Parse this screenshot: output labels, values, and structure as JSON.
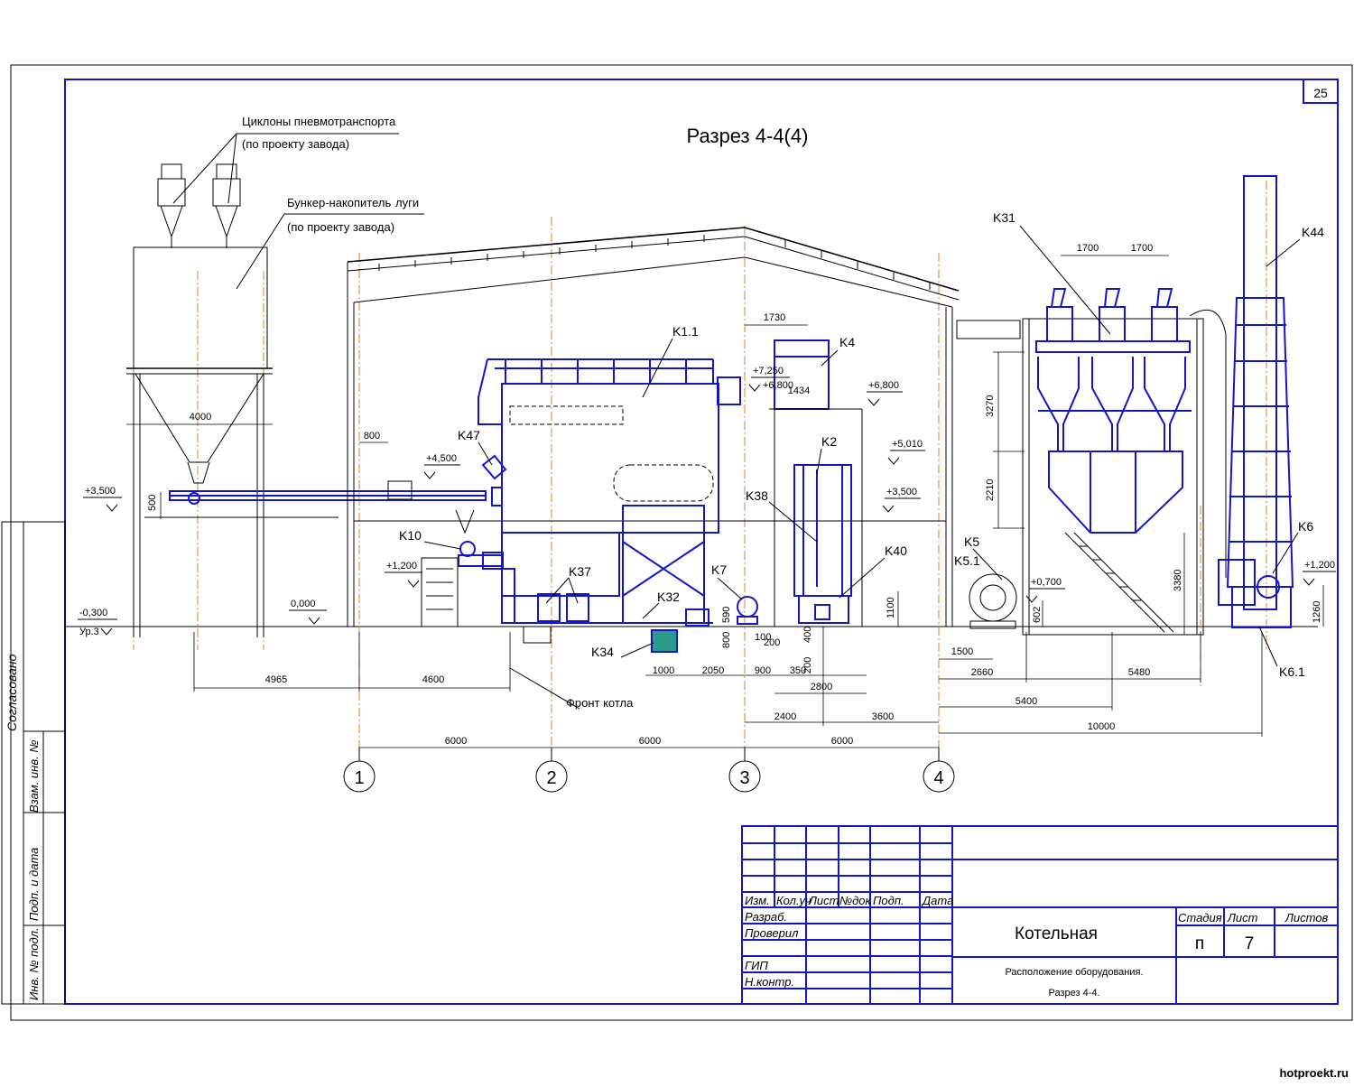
{
  "sheet": {
    "number": "25",
    "title": "Разрез 4-4(4)",
    "watermark": "hotproekt.ru"
  },
  "leaders": {
    "cyclones_line1": "Циклоны пневмотранспорта",
    "cyclones_line2": "(по проекту завода)",
    "bunker_line1": "Бункер-накопитель",
    "bunker_line1_tail": "луги",
    "bunker_line2": "(по проекту завода)",
    "boiler_front": "Фронт котла"
  },
  "equipment": [
    "K1.1",
    "K4",
    "K2",
    "K38",
    "K40",
    "K47",
    "K10",
    "K37",
    "K32",
    "K34",
    "K7",
    "K31",
    "K44",
    "K5",
    "K5.1",
    "K6",
    "K6.1"
  ],
  "levels": [
    "+3,500",
    "-0,300",
    "Ур.3",
    "0,000",
    "+1,200",
    "+4,500",
    "+7,250",
    "+6,800",
    "+6,800",
    "+5,010",
    "+3,500",
    "+0,700",
    "+1,200"
  ],
  "dimensions": {
    "bunker_width": "4000",
    "d800": "800",
    "d500": "500",
    "d4965": "4965",
    "d4600": "4600",
    "d1730": "1730",
    "d1434": "1434",
    "d1000": "1000",
    "d2050": "2050",
    "d900": "900",
    "d350": "350",
    "d2800": "2800",
    "d590": "590",
    "d800b": "800",
    "d100": "100",
    "d200": "200",
    "d400": "400",
    "d200b": "200",
    "d1100": "1100",
    "d2400": "2400",
    "d3600": "3600",
    "d6000a": "6000",
    "d6000b": "6000",
    "d6000c": "6000",
    "d1700a": "1700",
    "d1700b": "1700",
    "d3270": "3270",
    "d2210": "2210",
    "d3380": "3380",
    "d602": "602",
    "d1260": "1260",
    "d1500": "1500",
    "d2660": "2660",
    "d5480": "5480",
    "d5400": "5400",
    "d10000": "10000"
  },
  "axes": [
    "1",
    "2",
    "3",
    "4"
  ],
  "side_stamp": {
    "agreed": "Согласовано",
    "inv_orig": "Инв. № подл.",
    "sign_date": "Подп. и дата",
    "replace_inv": "Взам. инв. №"
  },
  "title_block": {
    "col_headers": [
      "Изм.",
      "Кол.уч",
      "Лист",
      "№док",
      "Подп.",
      "Дата"
    ],
    "roles": [
      "Разраб.",
      "Проверил",
      "ГИП",
      "Н.контр."
    ],
    "object_name": "Котельная",
    "sheet_title_line1": "Расположение оборудования.",
    "sheet_title_line2": "Разрез 4-4.",
    "stage_label": "Стадия",
    "sheet_label": "Лист",
    "sheets_label": "Листов",
    "stage_value": "п",
    "sheet_value": "7"
  },
  "colors": {
    "equipment": "#1414c8",
    "axis_lines": "#e08020",
    "lines": "#000000"
  }
}
